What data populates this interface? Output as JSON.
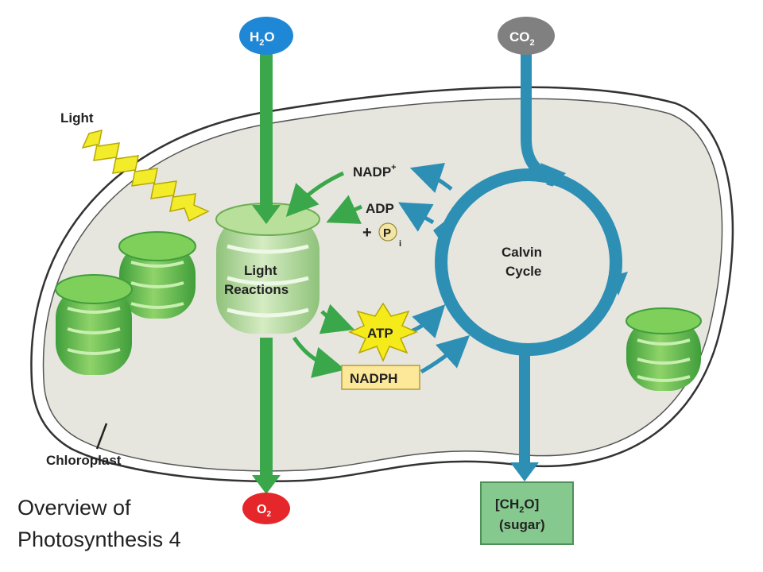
{
  "labels": {
    "water": "H",
    "water_sub": "2",
    "water_tail": "O",
    "co2": "CO",
    "co2_sub": "2",
    "oxygen": "O",
    "oxygen_sub": "2",
    "light": "Light",
    "chloroplast": "Chloroplast",
    "light_reactions_line1": "Light",
    "light_reactions_line2": "Reactions",
    "calvin_line1": "Calvin",
    "calvin_line2": "Cycle",
    "nadp": "NADP",
    "nadp_sup": "+",
    "adp": "ADP",
    "plus": "+",
    "pi": "P",
    "pi_sub": "i",
    "atp": "ATP",
    "nadph": "NADPH",
    "sugar_line1_a": "[CH",
    "sugar_line1_sub": "2",
    "sugar_line1_b": "O]",
    "sugar_line2": "(sugar)"
  },
  "caption": {
    "line1": "Overview of",
    "line2": "Photosynthesis 4"
  },
  "colors": {
    "green_arrow": "#3aa84a",
    "blue_arrow": "#2e8fb5",
    "water_oval": "#1e88d6",
    "co2_oval": "#808080",
    "oxygen_oval": "#e5262a",
    "sugar_box": "#86c98f",
    "nadph_box": "#fde89a",
    "atp_star": "#f5ea1a",
    "lightning": "#f2ec2a",
    "chloroplast_fill": "#e6e6df"
  }
}
